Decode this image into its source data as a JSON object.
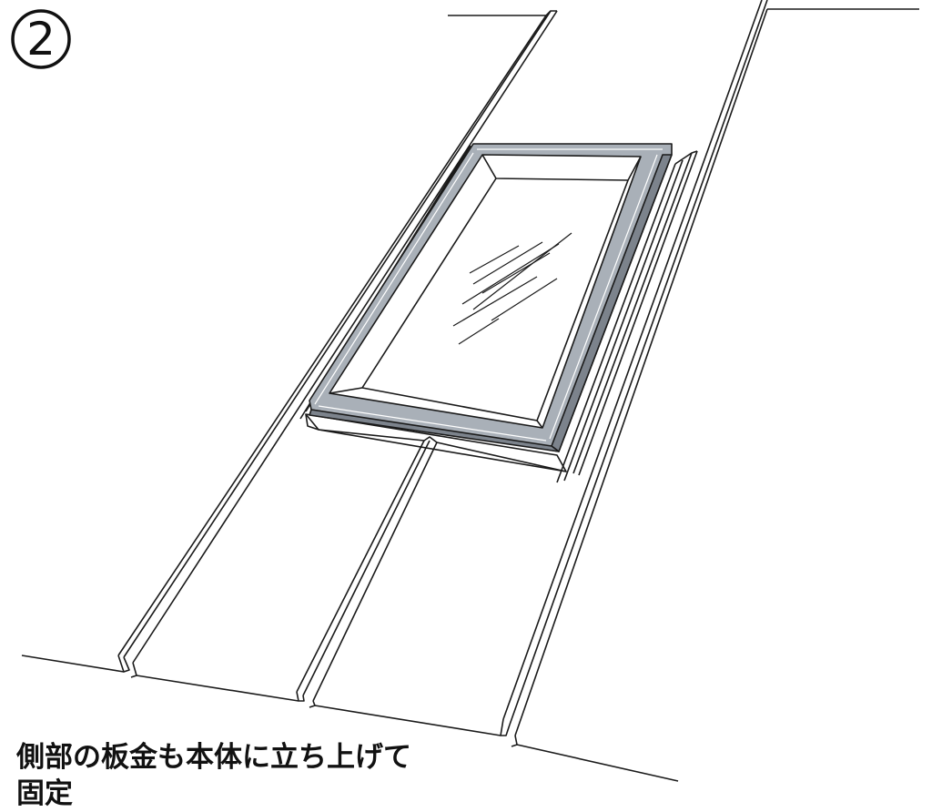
{
  "step": {
    "number": "2"
  },
  "caption": {
    "line1": "側部の板金も本体に立ち上げて",
    "line2": "固定"
  },
  "colors": {
    "frame": "#a9b0b8",
    "frame_dark": "#7c838c",
    "line": "#1a1a1a",
    "background": "#ffffff"
  }
}
